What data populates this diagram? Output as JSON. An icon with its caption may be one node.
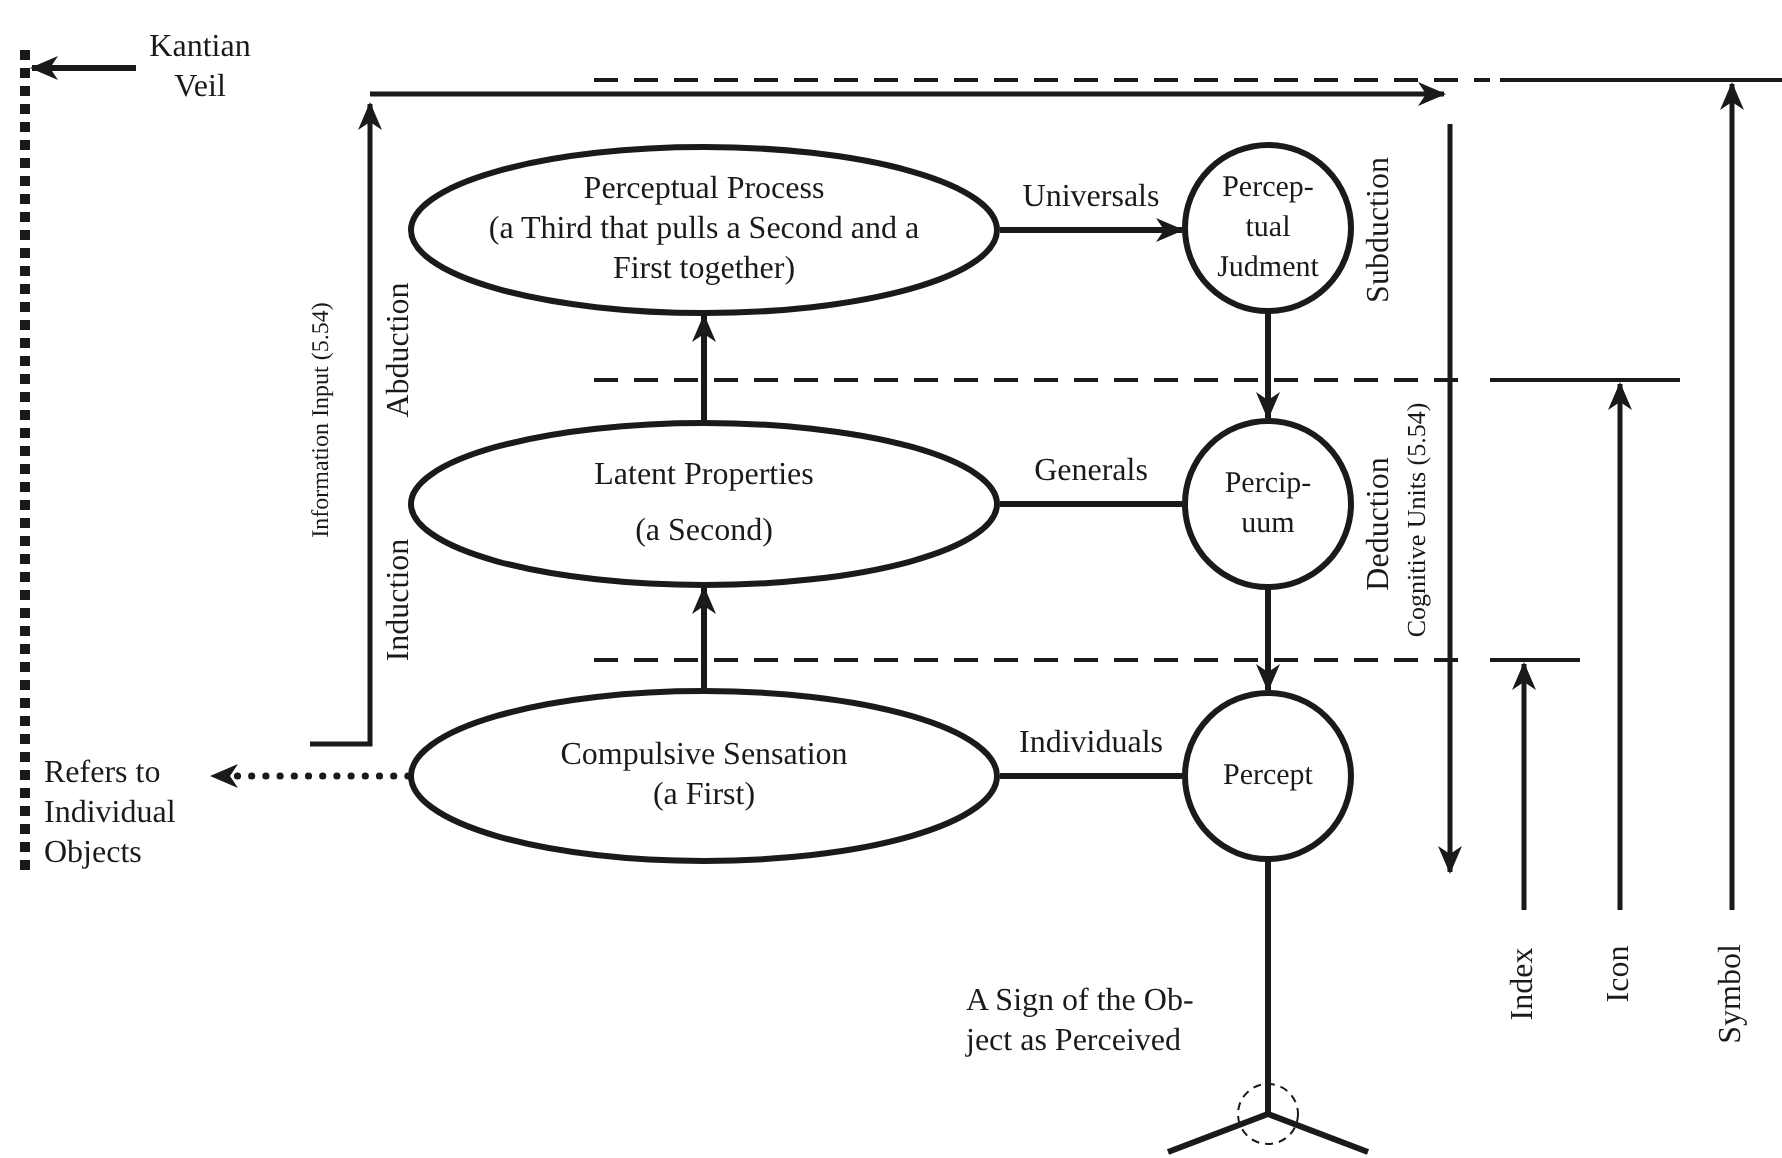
{
  "diagram": {
    "nodes": [
      {
        "text": [
          "Perceptual Process",
          "(a Third that pulls a Second and a First together)"
        ]
      },
      {
        "text": [
          "Latent Properties",
          "(a Second)"
        ]
      },
      {
        "text": [
          "Compulsive Sensation",
          "(a First)"
        ]
      },
      {
        "text": [
          "Percep- tual Judment"
        ]
      },
      {
        "text": [
          "Percip- uum"
        ]
      },
      {
        "text": [
          "Percept"
        ]
      },
      {
        "text": [
          "Kantian Veil"
        ]
      },
      {
        "text": [],
        "shape": "line"
      },
      {
        "text": [
          "Refers to Individual Objects"
        ]
      },
      {
        "text": [],
        "shape": "fork"
      }
    ],
    "edges": [
      {
        "from": 1,
        "to": 0,
        "arrow": "to"
      },
      {
        "from": 2,
        "to": 1,
        "arrow": "to"
      },
      {
        "from": 0,
        "to": 3,
        "arrow": "to",
        "label": "Universals"
      },
      {
        "from": 1,
        "to": 4,
        "arrow": "none",
        "label": "Generals"
      },
      {
        "from": 2,
        "to": 5,
        "arrow": "none",
        "label": "Individuals"
      },
      {
        "from": 3,
        "to": 4,
        "arrow": "to"
      },
      {
        "from": 4,
        "to": 5,
        "arrow": "to"
      },
      {
        "from": 6,
        "to": 7,
        "arrow": "to"
      },
      {
        "from": 2,
        "to": 8,
        "arrow": "to",
        "style": "dashed"
      },
      {
        "from": 5,
        "to": 9,
        "arrow": "none",
        "label": "A Sign of the Ob- ject as Perceived"
      }
    ],
    "labels": [
      "Information Input (5.54)",
      "Abduction",
      "Induction",
      "Subduction",
      "Cognitive Units (5.54)",
      "Deduction",
      "Index",
      "Icon",
      "Symbol"
    ]
  }
}
